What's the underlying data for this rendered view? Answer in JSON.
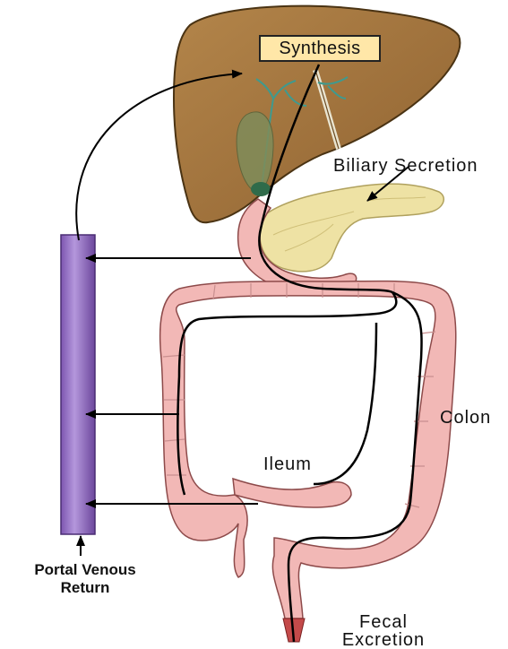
{
  "labels": {
    "synthesis": "Synthesis",
    "biliary_secretion": "Biliary Secretion",
    "colon": "Colon",
    "ileum": "Ileum",
    "portal_venous_return": [
      "Portal Venous",
      "Return"
    ],
    "fecal_excretion": [
      "Fecal",
      "Excretion"
    ]
  },
  "colors": {
    "liver": "#a2753c",
    "gallbladder": "#7f8c5a",
    "pancreas": "#eee2a4",
    "intestine": "#f2b8b6",
    "portal_vein": "#9b78c8",
    "pathway": "#000000"
  }
}
